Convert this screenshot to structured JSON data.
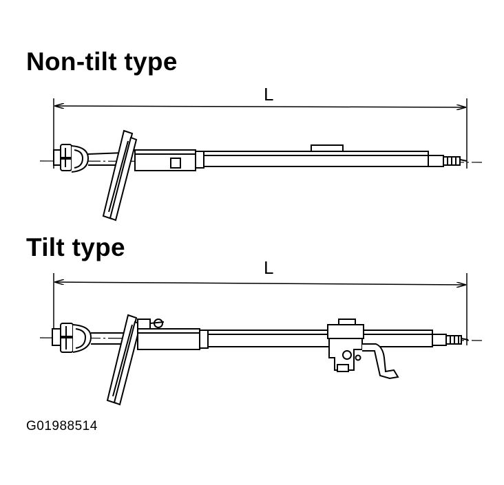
{
  "diagram": {
    "top": {
      "title": "Non-tilt type",
      "dimension_label": "L"
    },
    "bottom": {
      "title": "Tilt type",
      "dimension_label": "L"
    },
    "figure_code": "G01988514"
  },
  "colors": {
    "ink": "#000000",
    "paper": "#ffffff"
  }
}
